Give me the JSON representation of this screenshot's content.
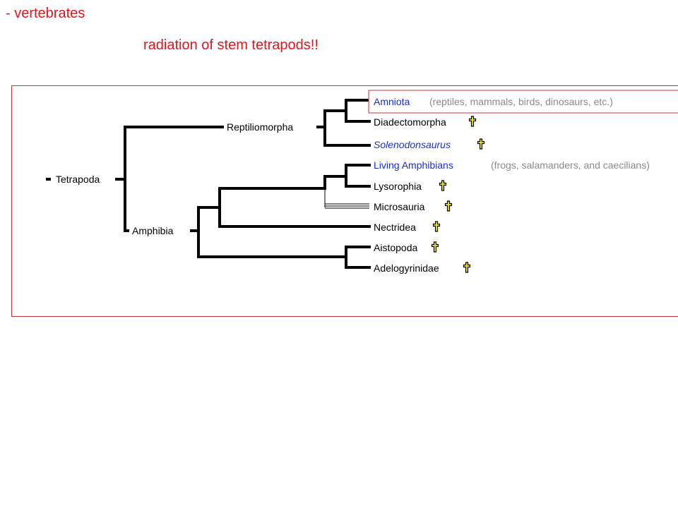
{
  "slide": {
    "heading": "- vertebrates",
    "subheading": "radiation of stem tetrapods!!"
  },
  "cladogram": {
    "root": "Tetrapoda",
    "reptiliomorpha": "Reptiliomorpha",
    "amphibia": "Amphibia",
    "taxa": [
      {
        "id": "amniota",
        "name": "Amniota",
        "note": "(reptiles, mammals, birds, dinosaurs, etc.)",
        "extinct": false,
        "highlight": true
      },
      {
        "id": "diadectomorpha",
        "name": "Diadectomorpha",
        "note": "",
        "extinct": true
      },
      {
        "id": "solenodonsaurus",
        "name": "Solenodonsaurus",
        "note": "",
        "extinct": true
      },
      {
        "id": "living-amphibians",
        "name": "Living Amphibians",
        "note": "(frogs, salamanders, and caecilians)",
        "extinct": false
      },
      {
        "id": "lysorophia",
        "name": "Lysorophia",
        "note": "",
        "extinct": true
      },
      {
        "id": "microsauria",
        "name": "Microsauria",
        "note": "",
        "extinct": true
      },
      {
        "id": "nectridea",
        "name": "Nectridea",
        "note": "",
        "extinct": true
      },
      {
        "id": "aistopoda",
        "name": "Aistopoda",
        "note": "",
        "extinct": true
      },
      {
        "id": "adelogyrinidae",
        "name": "Adelogyrinidae",
        "note": "",
        "extinct": true
      }
    ],
    "colors": {
      "heading": "#e3141c",
      "frame": "#c8323c",
      "branch": "#000000",
      "blue_label": "#1a2fd6",
      "note": "#8a8a8a",
      "dagger_fill": "#f3e71a"
    },
    "icons": {
      "extinct_marker": "dagger-icon"
    }
  }
}
